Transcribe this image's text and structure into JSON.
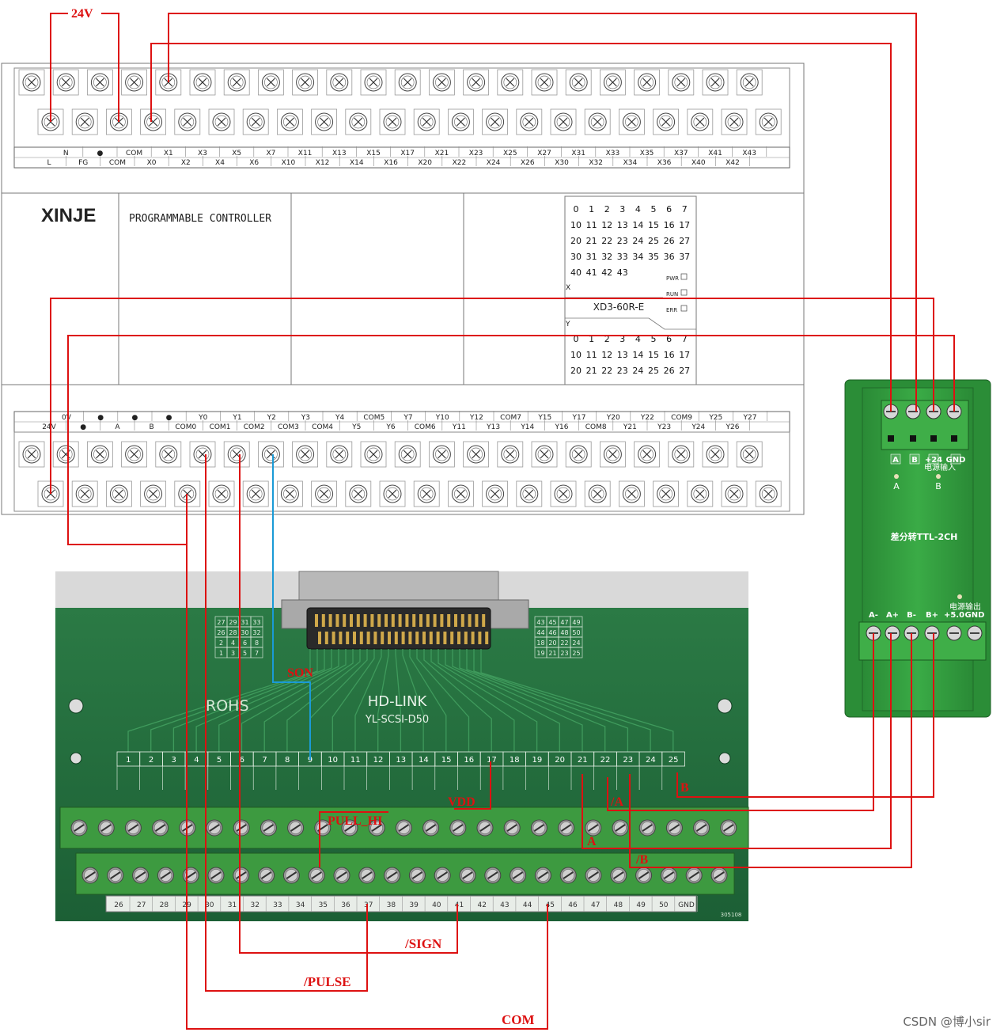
{
  "plc": {
    "brand": "XINJE",
    "title": "PROGRAMMABLE CONTROLLER",
    "model": "XD3-60R-E",
    "top_row1": [
      "",
      "N",
      "●",
      "COM",
      "X1",
      "X3",
      "X5",
      "X7",
      "X11",
      "X13",
      "X15",
      "X17",
      "X21",
      "X23",
      "X25",
      "X27",
      "X31",
      "X33",
      "X35",
      "X37",
      "X41",
      "X43"
    ],
    "top_row2": [
      "L",
      "FG",
      "COM",
      "X0",
      "X2",
      "X4",
      "X6",
      "X10",
      "X12",
      "X14",
      "X16",
      "X20",
      "X22",
      "X24",
      "X26",
      "X30",
      "X32",
      "X34",
      "X36",
      "X40",
      "X42"
    ],
    "bot_row1": [
      "0V",
      "●",
      "●",
      "●",
      "Y0",
      "Y1",
      "Y2",
      "Y3",
      "Y4",
      "COM5",
      "Y7",
      "Y10",
      "Y12",
      "COM7",
      "Y15",
      "Y17",
      "Y20",
      "Y22",
      "COM9",
      "Y25",
      "Y27"
    ],
    "bot_row2": [
      "24V",
      "●",
      "A",
      "B",
      "COM0",
      "COM1",
      "COM2",
      "COM3",
      "COM4",
      "Y5",
      "Y6",
      "COM6",
      "Y11",
      "Y13",
      "Y14",
      "Y16",
      "COM8",
      "Y21",
      "Y23",
      "Y24",
      "Y26"
    ],
    "x_label": "X",
    "y_label": "Y",
    "x_leds": [
      [
        "0",
        "1",
        "2",
        "3",
        "4",
        "5",
        "6",
        "7"
      ],
      [
        "10",
        "11",
        "12",
        "13",
        "14",
        "15",
        "16",
        "17"
      ],
      [
        "20",
        "21",
        "22",
        "23",
        "24",
        "25",
        "26",
        "27"
      ],
      [
        "30",
        "31",
        "32",
        "33",
        "34",
        "35",
        "36",
        "37"
      ],
      [
        "40",
        "41",
        "42",
        "43"
      ]
    ],
    "y_leds": [
      [
        "0",
        "1",
        "2",
        "3",
        "4",
        "5",
        "6",
        "7"
      ],
      [
        "10",
        "11",
        "12",
        "13",
        "14",
        "15",
        "16",
        "17"
      ],
      [
        "20",
        "21",
        "22",
        "23",
        "24",
        "25",
        "26",
        "27"
      ]
    ],
    "status": [
      "PWR",
      "RUN",
      "ERR"
    ]
  },
  "board": {
    "name": "HD-LINK",
    "model": "YL-SCSI-D50",
    "rohs": "ROHS",
    "serial": "305108",
    "top_numbers": [
      "1",
      "2",
      "3",
      "4",
      "5",
      "6",
      "7",
      "8",
      "9",
      "10",
      "11",
      "12",
      "13",
      "14",
      "15",
      "16",
      "17",
      "18",
      "19",
      "20",
      "21",
      "22",
      "23",
      "24",
      "25"
    ],
    "bottom_numbers": [
      "26",
      "27",
      "28",
      "29",
      "30",
      "31",
      "32",
      "33",
      "34",
      "35",
      "36",
      "37",
      "38",
      "39",
      "40",
      "41",
      "42",
      "43",
      "44",
      "45",
      "46",
      "47",
      "48",
      "49",
      "50",
      "GND"
    ],
    "pin_grid_left": [
      [
        "27",
        "29",
        "31",
        "33"
      ],
      [
        "26",
        "28",
        "30",
        "32"
      ],
      [
        "2",
        "4",
        "6",
        "8"
      ],
      [
        "1",
        "3",
        "5",
        "7"
      ]
    ],
    "pin_grid_right": [
      [
        "43",
        "45",
        "47",
        "49"
      ],
      [
        "44",
        "46",
        "48",
        "50"
      ],
      [
        "18",
        "20",
        "22",
        "24"
      ],
      [
        "19",
        "21",
        "23",
        "25"
      ]
    ]
  },
  "converter": {
    "title": "差分转TTL-2CH",
    "top_labels": [
      "A",
      "B",
      "+24",
      "GND"
    ],
    "top_caption": "电源输入",
    "led_labels": [
      "A",
      "B"
    ],
    "bottom_labels": [
      "A-",
      "A+",
      "B-",
      "B+",
      "+5.0",
      "GND"
    ],
    "bottom_caption": "电源输出"
  },
  "signals": {
    "v24": "24V",
    "son": "SON",
    "vdd": "VDD",
    "pull_hi": "PULL_HI",
    "a_bar": "/A",
    "b": "B",
    "a": "A",
    "b_bar": "/B",
    "sign_bar": "/SIGN",
    "pulse_bar": "/PULSE",
    "com": "COM"
  },
  "watermark": "CSDN @博小sir",
  "colors": {
    "wire": "#dd1111",
    "son_wire": "#1a9ad6",
    "board_green": "#1f6e3c",
    "terminal_green": "#4aa24a",
    "converter_green": "#2f9b3c",
    "plc_line": "#555555"
  }
}
